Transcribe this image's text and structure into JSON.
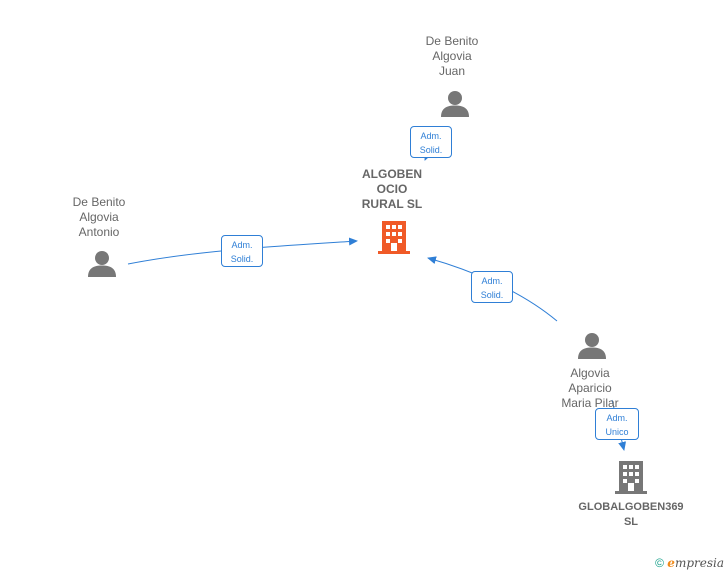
{
  "nodes": {
    "company_main": {
      "name": "ALGOBEN\nOCIO\nRURAL  SL",
      "color": "#f05a28"
    },
    "company_sub": {
      "name": "GLOBALGOBEN369\nSL",
      "color": "#777777"
    },
    "person_juan": {
      "name": "De Benito\nAlgovia\nJuan"
    },
    "person_antonio": {
      "name": "De Benito\nAlgovia\nAntonio"
    },
    "person_pilar": {
      "name": "Algovia\nAparicio\nMaria Pilar"
    }
  },
  "edges": [
    {
      "id": "juan_main",
      "role_line1": "Adm.",
      "role_line2": "Solid."
    },
    {
      "id": "antonio_main",
      "role_line1": "Adm.",
      "role_line2": "Solid."
    },
    {
      "id": "pilar_main",
      "role_line1": "Adm.",
      "role_line2": "Solid."
    },
    {
      "id": "pilar_sub",
      "role_line1": "Adm.",
      "role_line2": "Unico"
    }
  ],
  "footer": {
    "copyright": "©",
    "brand_e": "e",
    "brand_rest": "mpresia"
  },
  "colors": {
    "edge": "#2f7fd6",
    "person": "#777777"
  }
}
